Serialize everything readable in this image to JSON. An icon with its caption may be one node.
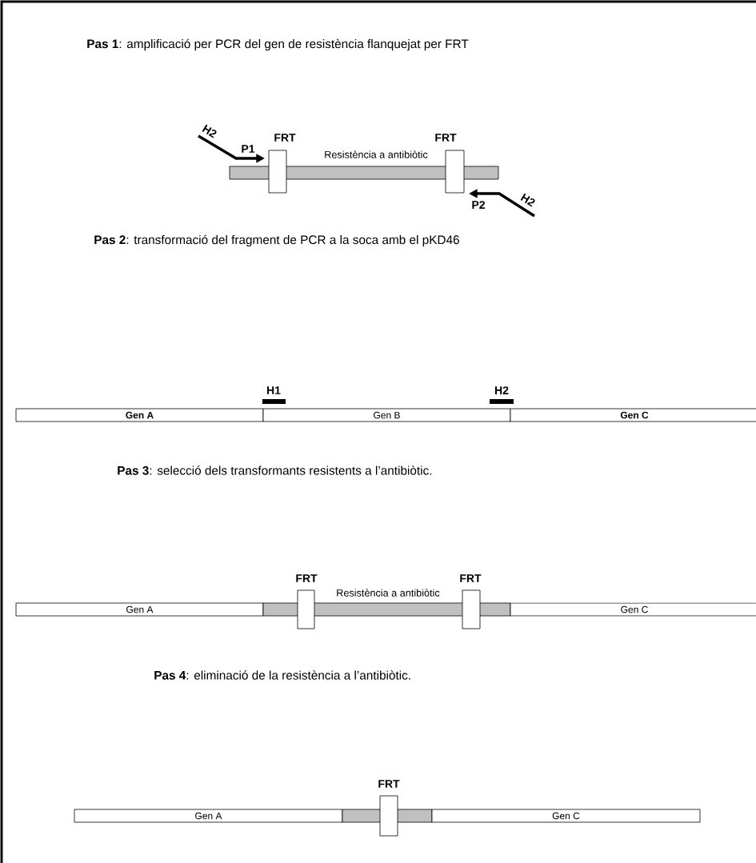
{
  "diagram": {
    "nodes": [
      {
        "text": [
          "Resistència a antibiòtic"
        ]
      },
      {
        "text": [
          "FRT"
        ]
      },
      {
        "text": [
          "FRT"
        ]
      },
      {
        "text": [
          "H1"
        ]
      },
      {
        "text": [
          "H2"
        ]
      },
      {
        "text": [
          "Gen A"
        ]
      },
      {
        "text": [
          "Gen B"
        ]
      },
      {
        "text": [
          "Gen C"
        ]
      },
      {
        "text": [
          "Gen A"
        ]
      },
      {
        "text": [
          "Resistència a antibiòtic"
        ]
      },
      {
        "text": [
          "FRT"
        ]
      },
      {
        "text": [
          "FRT"
        ]
      },
      {
        "text": [
          "Gen C"
        ]
      },
      {
        "text": [
          "Gen A"
        ]
      },
      {
        "text": [],
        "shape": "bar"
      },
      {
        "text": [
          "FRT"
        ]
      },
      {
        "text": [
          "Gen C"
        ]
      }
    ],
    "labels": [
      "**Pas 1**: amplificació per PCR del gen de resistència flanquejat per FRT",
      "H2",
      "P1",
      "P2",
      "H2",
      "**Pas 2**: transformació del fragment de PCR a la soca amb el pKD46",
      "**Pas 3**: selecció dels transformants resistents a l’antibiòtic.",
      "**Pas 4**: eliminació de la resistència a l’antibiòtic."
    ]
  }
}
